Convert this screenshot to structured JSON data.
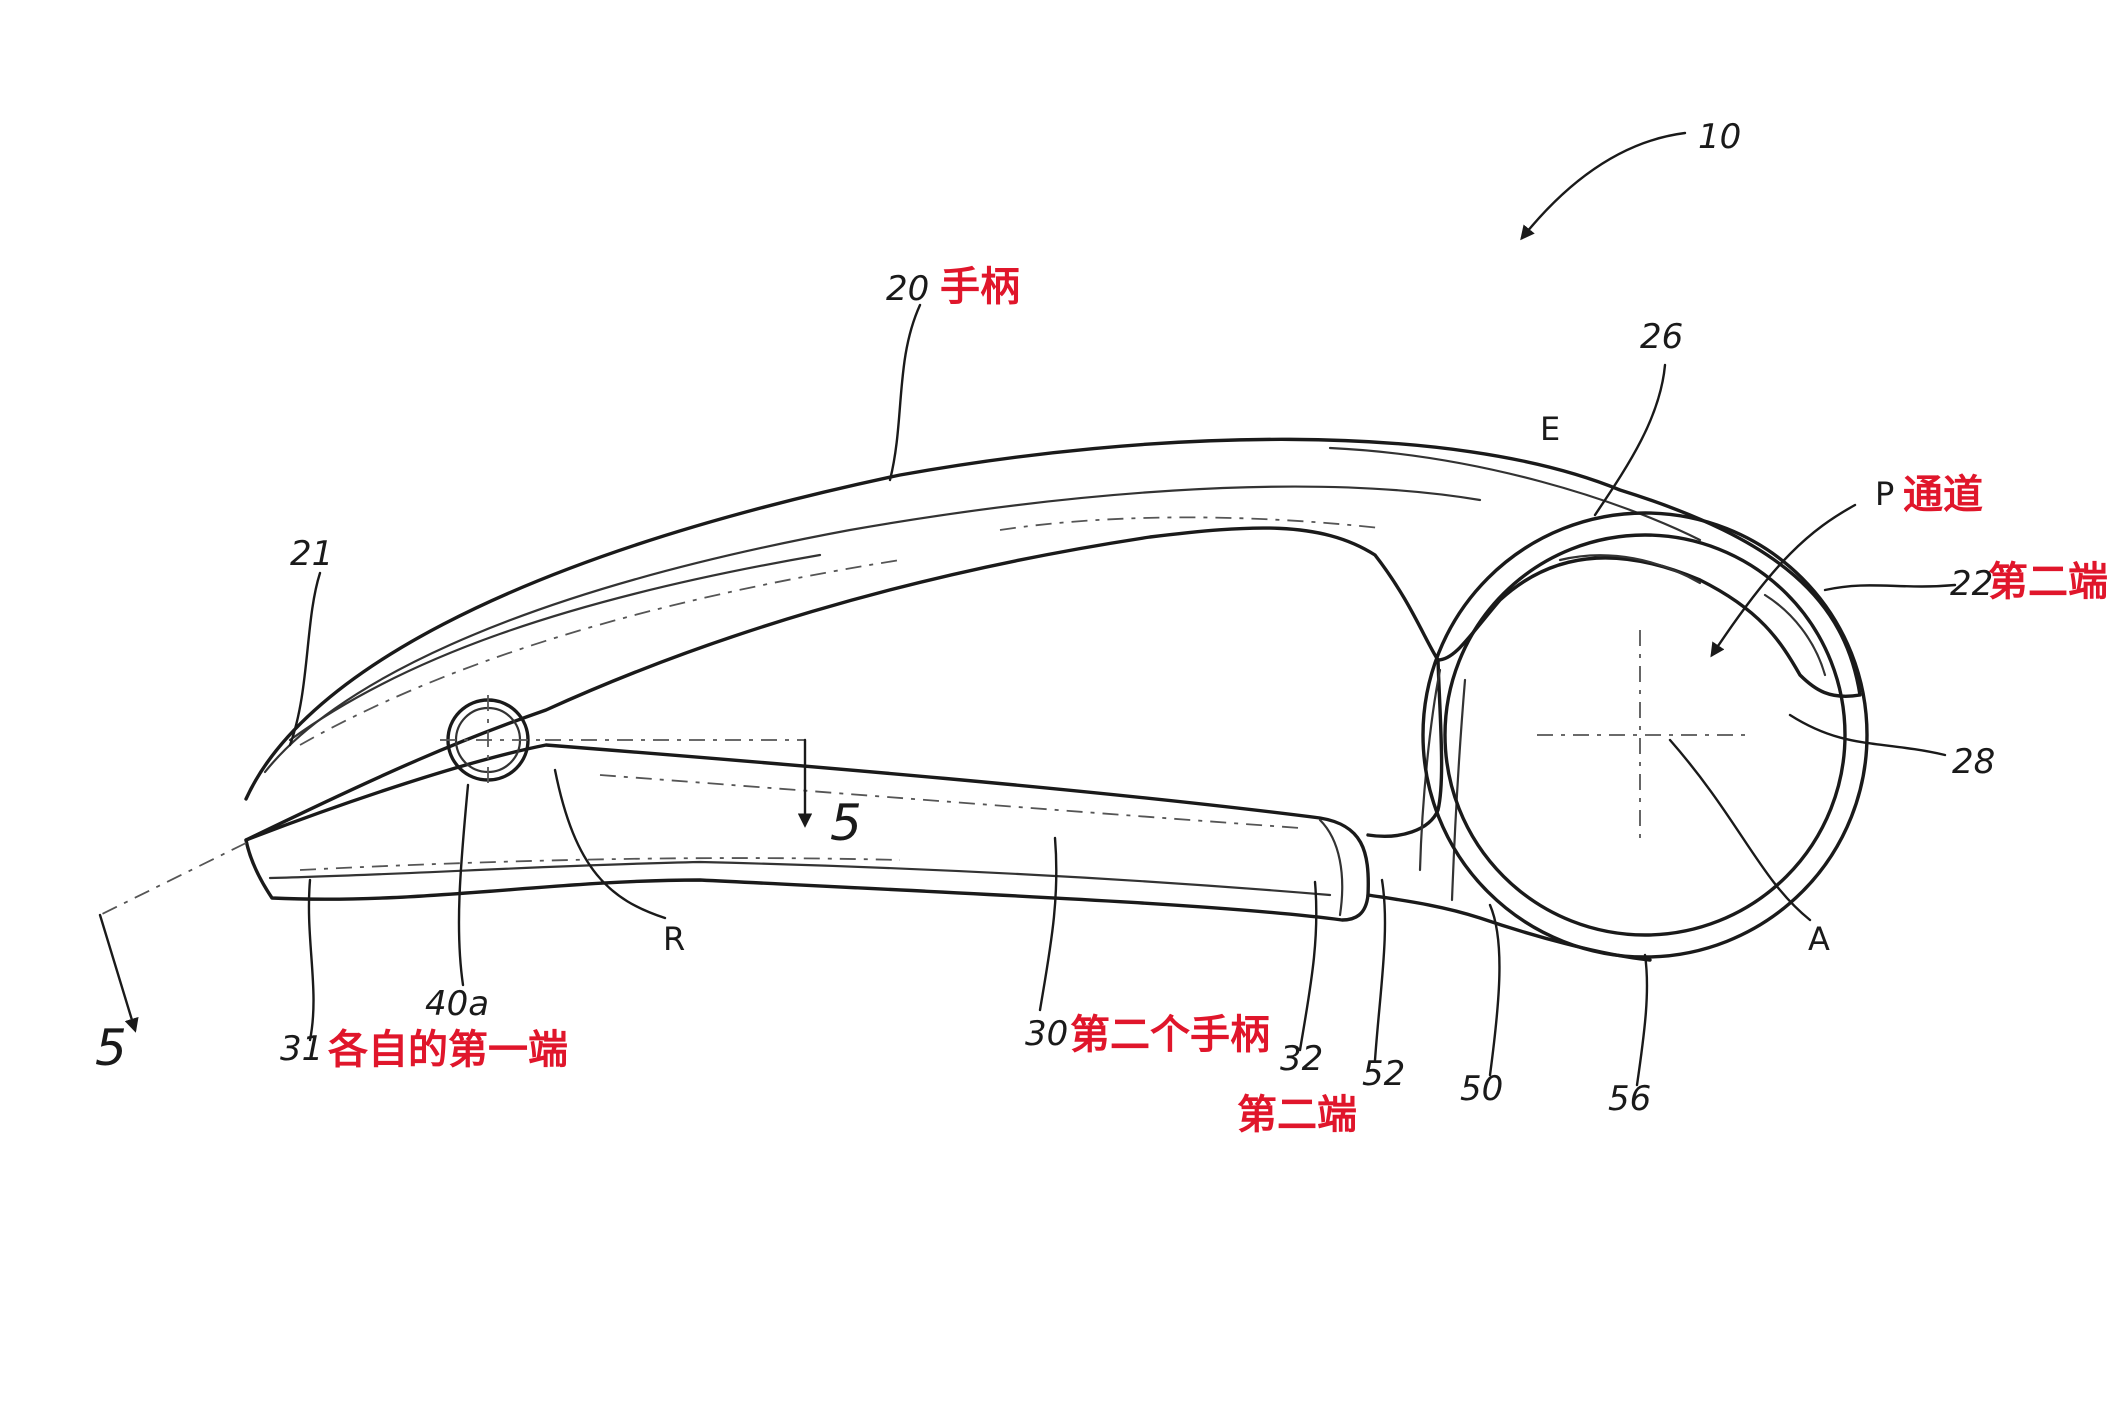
{
  "colors": {
    "line": "#1a1a1a",
    "annotation": "#e0162b"
  },
  "labels": {
    "ref_10": "10",
    "ref_20": "20",
    "ref_21": "21",
    "ref_22": "22",
    "ref_26": "26",
    "ref_28": "28",
    "ref_30": "30",
    "ref_31": "31",
    "ref_32": "32",
    "ref_40a": "40a",
    "ref_50": "50",
    "ref_52": "52",
    "ref_56": "56",
    "ref_E": "E",
    "ref_P": "P",
    "ref_R": "R",
    "ref_A": "A",
    "ref_5_section": "5",
    "ref_5_view": "5"
  },
  "annotations": {
    "handle": "手柄",
    "channel": "通道",
    "second_end_upper": "第二端",
    "second_handle": "第二个手柄",
    "respective_first_end": "各自的第一端",
    "second_end_lower": "第二端"
  }
}
